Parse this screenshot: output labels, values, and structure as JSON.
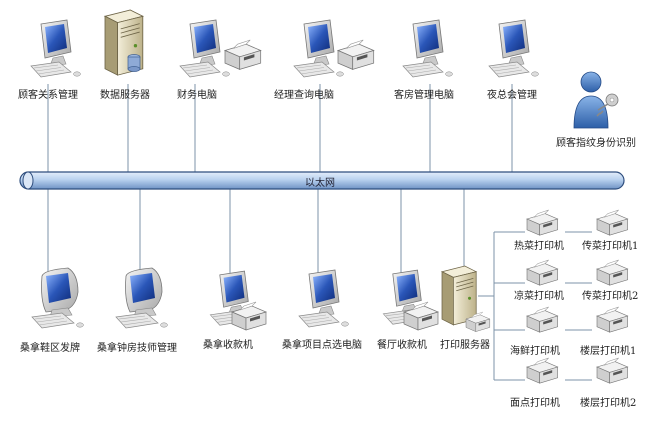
{
  "bus": {
    "label": "以太网"
  },
  "top_nodes": [
    {
      "label": "顾客关系管理",
      "icon": "desktop-computer-icon"
    },
    {
      "label": "数据服务器",
      "icon": "server-tower-icon"
    },
    {
      "label": "财务电脑",
      "icon": "desktop-with-printer-icon"
    },
    {
      "label": "经理查询电脑",
      "icon": "desktop-with-printer-icon"
    },
    {
      "label": "客房管理电脑",
      "icon": "desktop-computer-icon"
    },
    {
      "label": "夜总会管理",
      "icon": "desktop-computer-icon"
    }
  ],
  "fingerprint": {
    "label": "顾客指纹身份识别",
    "icon": "user-key-icon"
  },
  "bottom_nodes": [
    {
      "label": "桑拿鞋区发牌",
      "icon": "crt-computer-icon"
    },
    {
      "label": "桑拿钟房技师管理",
      "icon": "crt-computer-icon"
    },
    {
      "label": "桑拿收款机",
      "icon": "pos-terminal-icon"
    },
    {
      "label": "桑拿项目点选电脑",
      "icon": "desktop-computer-icon"
    },
    {
      "label": "餐厅收款机",
      "icon": "pos-terminal-icon"
    },
    {
      "label": "打印服务器",
      "icon": "print-server-icon"
    }
  ],
  "printers": [
    {
      "label": "热菜打印机",
      "icon": "printer-icon"
    },
    {
      "label": "传菜打印机1",
      "icon": "printer-icon"
    },
    {
      "label": "凉菜打印机",
      "icon": "printer-icon"
    },
    {
      "label": "传菜打印机2",
      "icon": "printer-icon"
    },
    {
      "label": "海鲜打印机",
      "icon": "printer-icon"
    },
    {
      "label": "楼层打印机1",
      "icon": "printer-icon"
    },
    {
      "label": "面点打印机",
      "icon": "printer-icon"
    },
    {
      "label": "楼层打印机2",
      "icon": "printer-icon"
    }
  ],
  "colors": {
    "bus_fill": "#b9d1ef",
    "bus_stroke": "#2f4e7e",
    "line": "#7e93a8",
    "monitor_frame": "#d8d8d8",
    "screen": "#2a56b8",
    "server_body": "#e0d8b8",
    "printer_body": "#e6e6e6"
  }
}
